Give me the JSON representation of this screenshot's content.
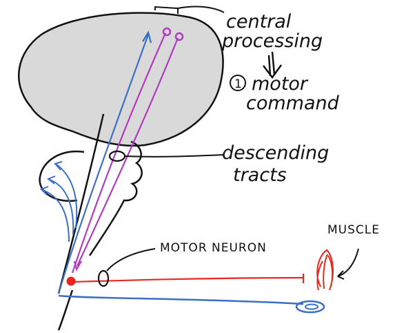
{
  "labels": {
    "central_processing_line1": "central",
    "central_processing_line2": "processing",
    "step_number": "1",
    "motor_command_line1": "motor",
    "motor_command_line2": "command",
    "descending_tracts_line1": "descending",
    "descending_tracts_line2": "tracts",
    "motor_neuron": "MOTOR NEURON",
    "muscle": "MUSCLE"
  },
  "colors": {
    "brain_fill": "#d9d9d9",
    "ink": "#111111",
    "sensory_blue": "#3a6ec8",
    "descending_purple": "#b03ac0",
    "motor_red": "#e8271f"
  }
}
